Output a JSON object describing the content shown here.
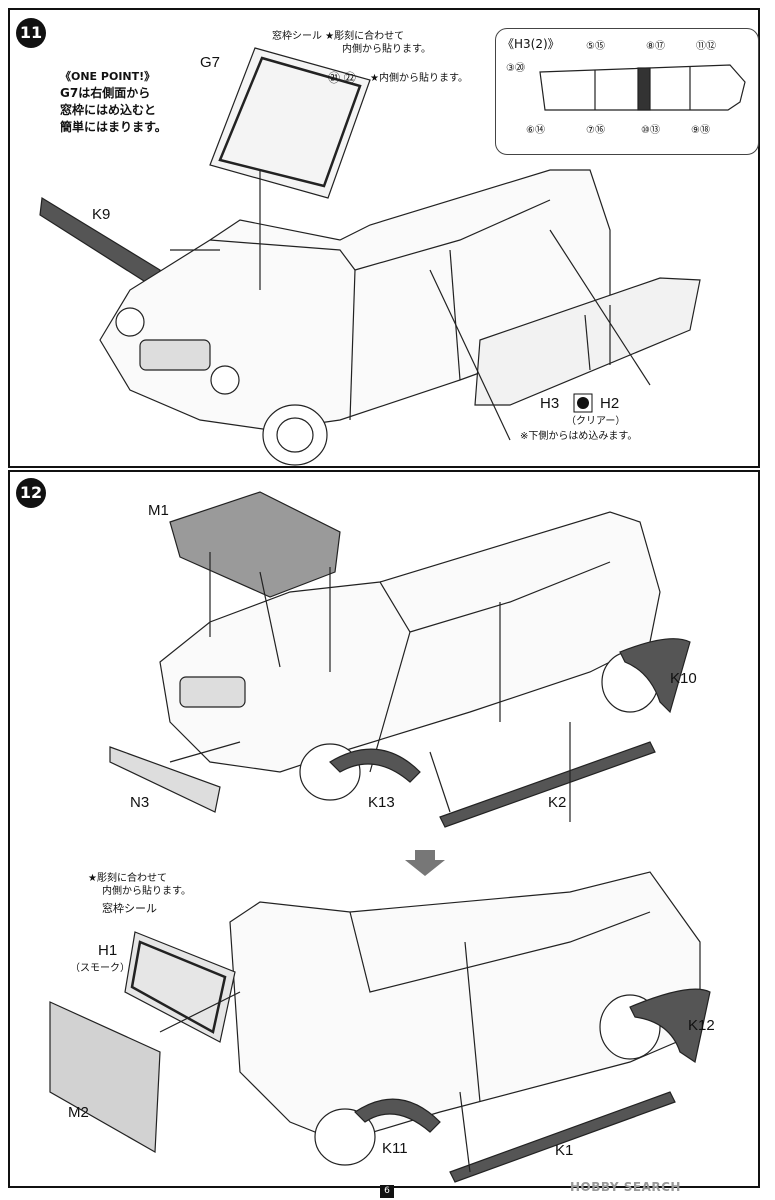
{
  "page_number": "6",
  "watermark": "HOBBY SEARCH",
  "step11": {
    "number": "11",
    "one_point": {
      "title": "《ONE POINT!》",
      "lines": [
        "G7は右側面から",
        "窓枠にはめ込むと",
        "簡単にはまります。"
      ]
    },
    "labels": {
      "g7": "G7",
      "k9": "K9",
      "sticker_note_1": "窓枠シール ★彫刻に合わせて",
      "sticker_note_2": "内側から貼ります。",
      "decal_nums": "㉑ ㉒",
      "decal_note": "★内側から貼ります。",
      "h3": "H3",
      "h2": "H2",
      "clear": "（クリアー）",
      "fit_note": "※下側からはめ込みます。"
    },
    "h3_inset": {
      "title": "《H3(2)》",
      "numbers": [
        "⑤⑮",
        "⑧⑰",
        "⑪⑫",
        "③⑳",
        "⑥⑭",
        "⑦⑯",
        "⑩⑬",
        "⑨⑱"
      ]
    }
  },
  "step12": {
    "number": "12",
    "labels": {
      "m1": "M1",
      "k10": "K10",
      "n3": "N3",
      "k13": "K13",
      "k2": "K2",
      "h1": "H1",
      "smoke": "（スモーク）",
      "sticker_note_1": "★彫刻に合わせて",
      "sticker_note_2": "内側から貼ります。",
      "sticker_note_3": "窓枠シール",
      "m2": "M2",
      "k11": "K11",
      "k1": "K1",
      "k12": "K12"
    }
  }
}
